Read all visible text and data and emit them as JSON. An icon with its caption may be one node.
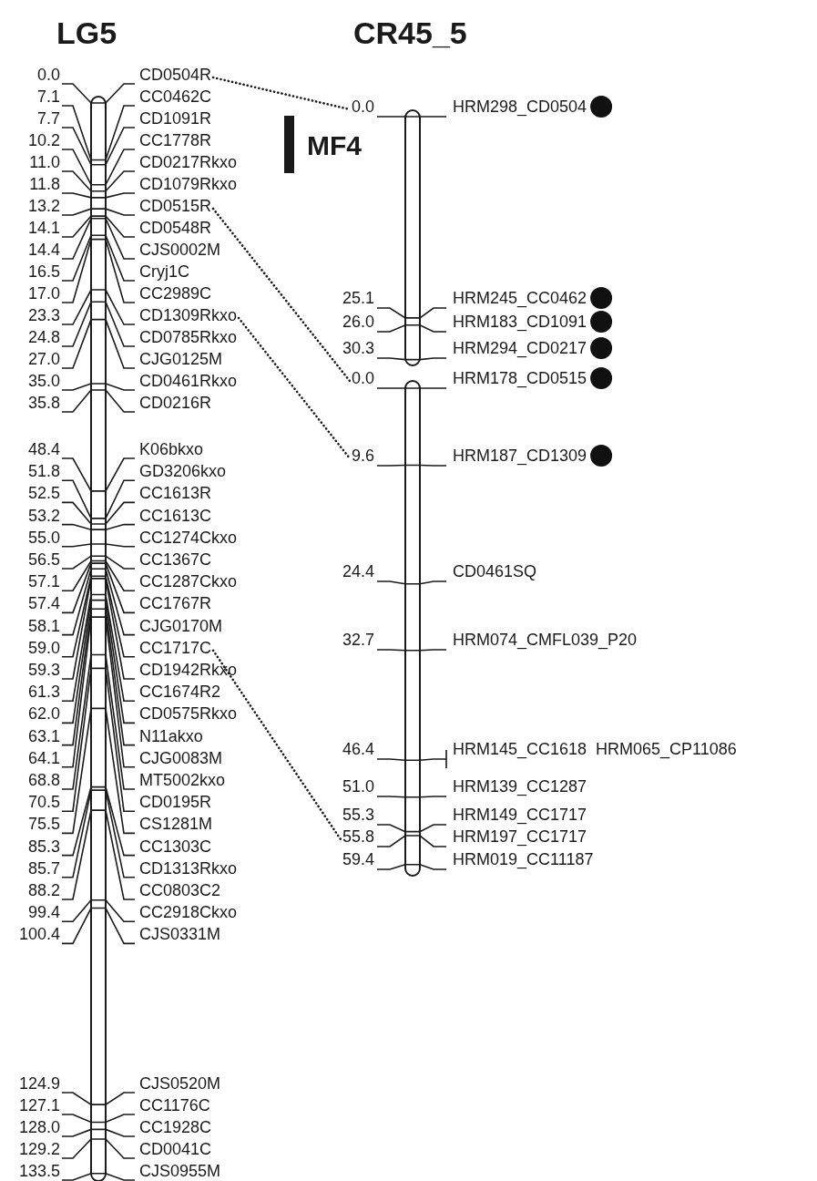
{
  "diagram": {
    "nodes": [
      {
        "text": [
          "CD0504R"
        ]
      },
      {
        "text": [
          "0.0"
        ]
      },
      {
        "text": [
          "CD0515R"
        ]
      },
      {
        "text": [
          "0.0"
        ]
      },
      {
        "text": [
          "CD1309Rkxo"
        ]
      },
      {
        "text": [
          "9.6"
        ]
      },
      {
        "text": [
          "CC1717C"
        ]
      },
      {
        "text": [
          "55.8"
        ]
      }
    ],
    "edges": [
      {
        "from": 0,
        "to": 1,
        "arrow": "none",
        "style": "dashed"
      },
      {
        "from": 2,
        "to": 3,
        "arrow": "none",
        "style": "dashed"
      },
      {
        "from": 4,
        "to": 5,
        "arrow": "none",
        "style": "dashed"
      },
      {
        "from": 6,
        "to": 7,
        "arrow": "none",
        "style": "dashed"
      }
    ],
    "labels": [
      "LG5",
      "CR45_5",
      "0.0",
      "7.1",
      "CC0462C",
      "7.7",
      "CD1091R",
      "10.2",
      "CC1778R",
      "11.0",
      "CD0217Rkxo",
      "11.8",
      "CD1079Rkxo",
      "13.2",
      "14.1",
      "CD0548R",
      "14.4",
      "CJS0002M",
      "16.5",
      "Cryj1C",
      "17.0",
      "CC2989C",
      "23.3",
      "24.8",
      "CD0785Rkxo",
      "27.0",
      "CJG0125M",
      "35.0",
      "CD0461Rkxo",
      "35.8",
      "CD0216R",
      "48.4",
      "K06bkxo",
      "51.8",
      "GD3206kxo",
      "52.5",
      "CC1613R",
      "53.2",
      "CC1613C",
      "55.0",
      "CC1274Ckxo",
      "56.5",
      "CC1367C",
      "57.1",
      "CC1287Ckxo",
      "57.4",
      "CC1767R",
      "58.1",
      "CJG0170M",
      "59.0",
      "59.3",
      "CD1942Rkxo",
      "61.3",
      "CC1674R2",
      "62.0",
      "CD0575Rkxo",
      "63.1",
      "N11akxo",
      "64.1",
      "CJG0083M",
      "68.8",
      "MT5002kxo",
      "70.5",
      "CD0195R",
      "75.5",
      "CS1281M",
      "85.3",
      "CC1303C",
      "85.7",
      "CD1313Rkxo",
      "88.2",
      "CC0803C2",
      "99.4",
      "CC2918Ckxo",
      "100.4",
      "CJS0331M",
      "124.9",
      "CJS0520M",
      "127.1",
      "CC1176C",
      "128.0",
      "CC1928C",
      "129.2",
      "CD0041C",
      "133.5",
      "CJS0955M",
      "MF4",
      "HRM298_CD0504",
      "25.1",
      "HRM245_CC0462",
      "26.0",
      "HRM183_CD1091",
      "30.3",
      "HRM294_CD0217",
      "HRM178_CD0515",
      "HRM187_CD1309",
      "24.4",
      "CD0461SQ",
      "32.7",
      "HRM074_CMFL039_P20",
      "46.4",
      "HRM145_CC1618",
      "HRM065_CP11086",
      "51.0",
      "HRM139_CC1287",
      "55.3",
      "HRM149_CC1717",
      "HRM197_CC1717",
      "59.4",
      "HRM019_CC11187"
    ]
  }
}
